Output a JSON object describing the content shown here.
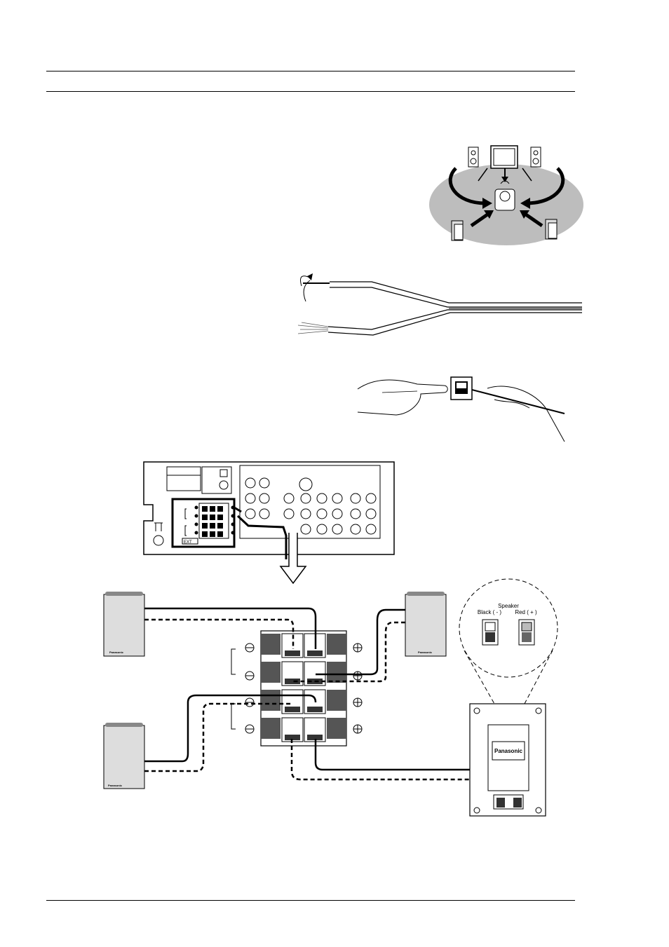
{
  "speaker_callout": {
    "title": "Speaker",
    "black_label": "Black ( - )",
    "red_label": "Red ( + )"
  },
  "brand": {
    "front_left": "Panasonic",
    "front_right": "Panasonic",
    "surround_left": "Panasonic",
    "subwoofer": "Panasonic"
  },
  "rear_panel": {
    "ext_label": "EXT"
  }
}
